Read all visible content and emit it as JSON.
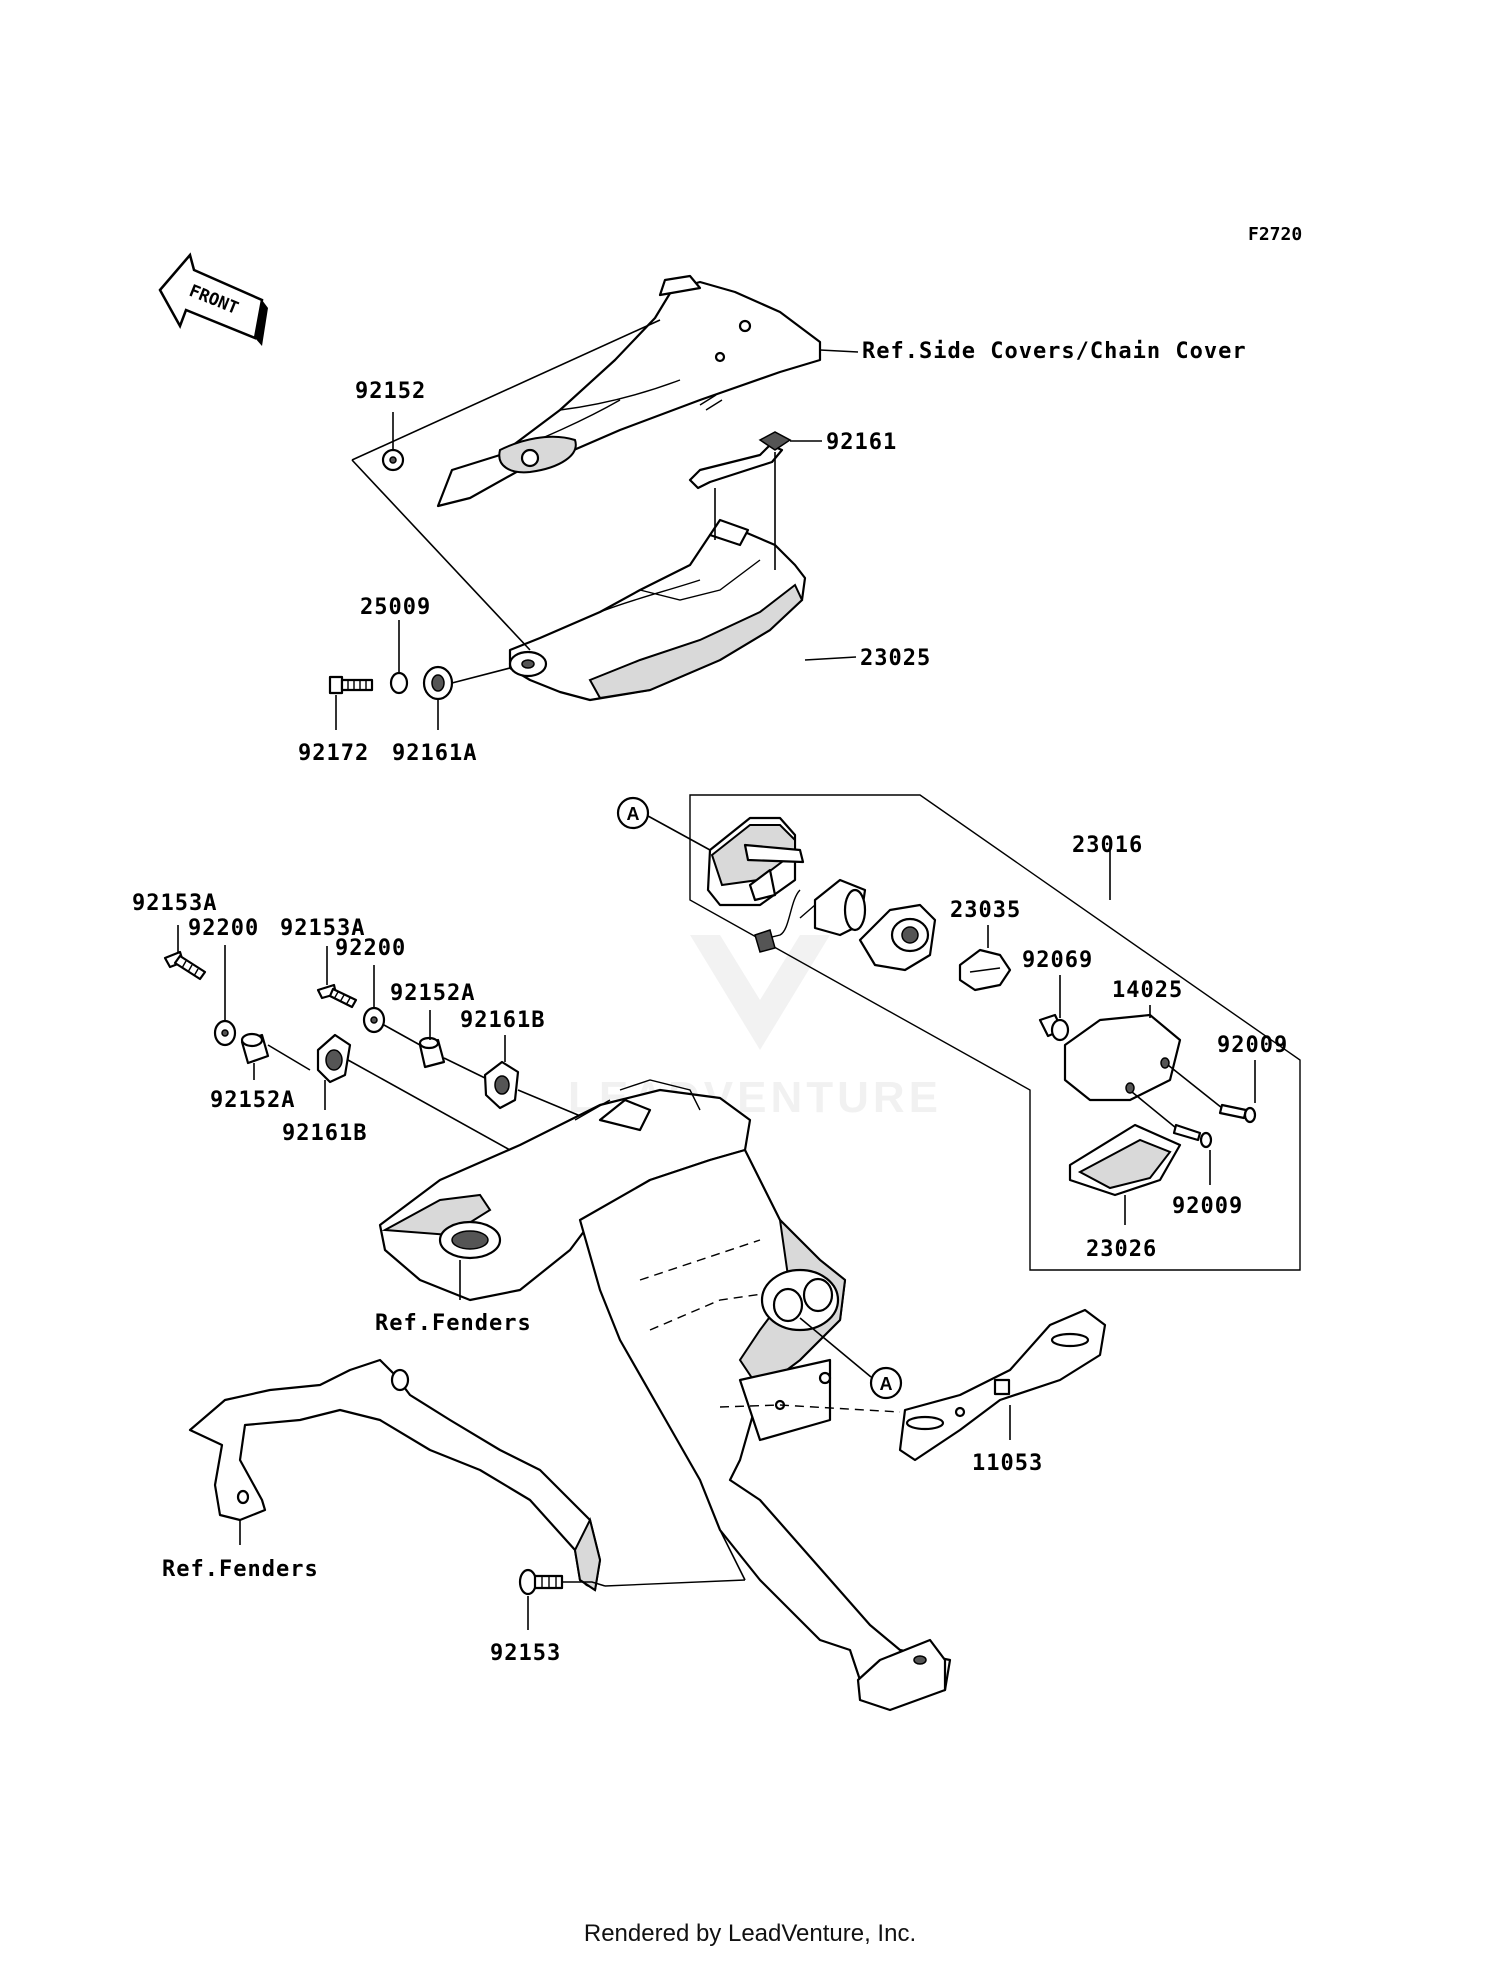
{
  "diagram_code": "F2720",
  "front_arrow_label": "FRONT",
  "watermark_text": "LEADVENTURE",
  "references": {
    "side_covers": "Ref.Side Covers/Chain Cover",
    "fenders_upper": "Ref.Fenders",
    "fenders_lower": "Ref.Fenders"
  },
  "markers": {
    "a1": "A",
    "a2": "A"
  },
  "parts": {
    "p92152": "92152",
    "p92161": "92161",
    "p25009": "25009",
    "p23025": "23025",
    "p92172": "92172",
    "p92161A": "92161A",
    "p23016": "23016",
    "p23035": "23035",
    "p92069": "92069",
    "p14025": "14025",
    "p92009a": "92009",
    "p92009b": "92009",
    "p23026": "23026",
    "p92153A_1": "92153A",
    "p92200_1": "92200",
    "p92153A_2": "92153A",
    "p92200_2": "92200",
    "p92152A_1": "92152A",
    "p92161B_1": "92161B",
    "p92152A_2": "92152A",
    "p92161B_2": "92161B",
    "p11053": "11053",
    "p92153": "92153"
  },
  "footer": "Rendered by LeadVenture, Inc."
}
